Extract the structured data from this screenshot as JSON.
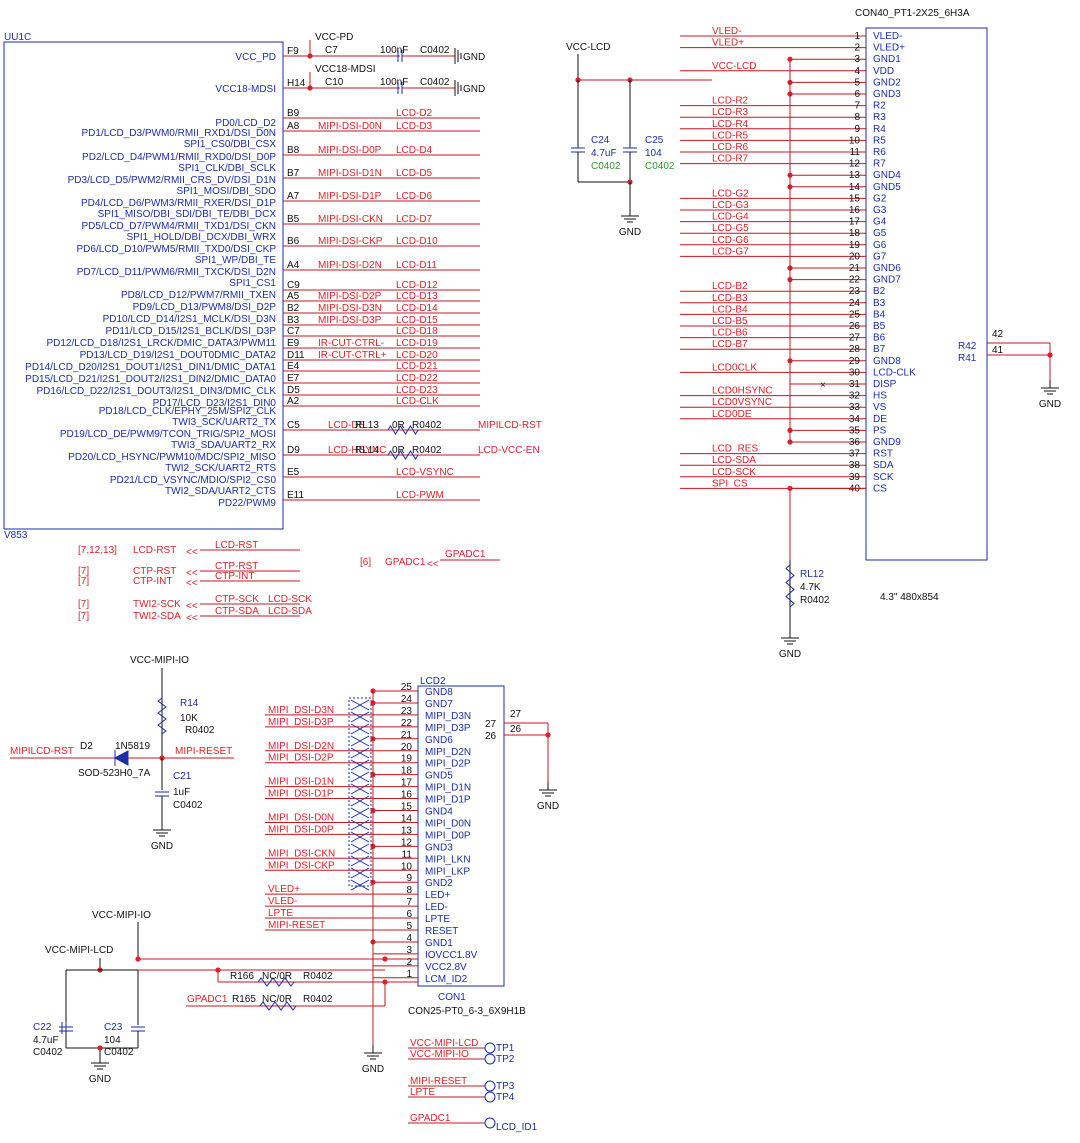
{
  "uu1c": {
    "ref": "UU1C",
    "part": "V853",
    "pins": [
      {
        "pin": "F9",
        "name": "VCC_PD"
      },
      {
        "pin": "H14",
        "name": "VCC18-MDSI"
      },
      {
        "pin": "B9",
        "name": "PD0/LCD_D2",
        "net": "LCD-D2"
      },
      {
        "pin": "A8",
        "name": "PD1/LCD_D3/PWM0/RMII_RXD1/DSI_D0N",
        "alt": "SPI1_CS0/DBI_CSX",
        "mid": "MIPI-DSI-D0N",
        "net": "LCD-D3"
      },
      {
        "pin": "B8",
        "name": "PD2/LCD_D4/PWM1/RMII_RXD0/DSI_D0P",
        "alt": "SPI1_CLK/DBI_SCLK",
        "mid": "MIPI-DSI-D0P",
        "net": "LCD-D4"
      },
      {
        "pin": "B7",
        "name": "PD3/LCD_D5/PWM2/RMII_CRS_DV/DSI_D1N",
        "alt": "SPI1_MOSI/DBI_SDO",
        "mid": "MIPI-DSI-D1N",
        "net": "LCD-D5"
      },
      {
        "pin": "A7",
        "name": "PD4/LCD_D6/PWM3/RMII_RXER/DSI_D1P",
        "alt": "SPI1_MISO/DBI_SDI/DBI_TE/DBI_DCX",
        "mid": "MIPI-DSI-D1P",
        "net": "LCD-D6"
      },
      {
        "pin": "B5",
        "name": "PD5/LCD_D7/PWM4/RMII_TXD1/DSI_CKN",
        "alt": "SPI1_HOLD/DBI_DCX/DBI_WRX",
        "mid": "MIPI-DSI-CKN",
        "net": "LCD-D7"
      },
      {
        "pin": "B6",
        "name": "PD6/LCD_D10/PWM5/RMII_TXD0/DSI_CKP",
        "alt": "SPI1_WP/DBI_TE",
        "mid": "MIPI-DSI-CKP",
        "net": "LCD-D10"
      },
      {
        "pin": "A4",
        "name": "PD7/LCD_D11/PWM6/RMII_TXCK/DSI_D2N",
        "alt": "SPI1_CS1",
        "mid": "MIPI-DSI-D2N",
        "net": "LCD-D11"
      },
      {
        "pin": "C9",
        "name": "",
        "net": "LCD-D12"
      },
      {
        "pin": "A5",
        "name": "PD8/LCD_D12/PWM7/RMII_TXEN",
        "mid": "MIPI-DSI-D2P",
        "net": "LCD-D13"
      },
      {
        "pin": "B2",
        "name": "PD9/LCD_D13/PWM8/DSI_D2P",
        "mid": "MIPI-DSI-D3N",
        "net": "LCD-D14"
      },
      {
        "pin": "B3",
        "name": "PD10/LCD_D14/I2S1_MCLK/DSI_D3N",
        "mid": "MIPI-DSI-D3P",
        "net": "LCD-D15"
      },
      {
        "pin": "C7",
        "name": "PD11/LCD_D15/I2S1_BCLK/DSI_D3P",
        "net": "LCD-D18"
      },
      {
        "pin": "E9",
        "name": "PD12/LCD_D18/I2S1_LRCK/DMIC_DATA3/PWM11",
        "mid": "IR-CUT-CTRL-",
        "net": "LCD-D19"
      },
      {
        "pin": "D11",
        "name": "PD13/LCD_D19/I2S1_DOUT0DMIC_DATA2",
        "mid": "IR-CUT-CTRL+",
        "net": "LCD-D20"
      },
      {
        "pin": "E4",
        "name": "PD14/LCD_D20/I2S1_DOUT1/I2S1_DIN1/DMIC_DATA1",
        "net": "LCD-D21"
      },
      {
        "pin": "E7",
        "name": "PD15/LCD_D21/I2S1_DOUT2/I2S1_DIN2/DMIC_DATA0",
        "net": "LCD-D22"
      },
      {
        "pin": "D5",
        "name": "PD16/LCD_D22/I2S1_DOUT3/I2S1_DIN3/DMIC_CLK",
        "net": "LCD-D23"
      },
      {
        "pin": "A2",
        "name": "PD17/LCD_D23/I2S1_DIN0",
        "net": "LCD-CLK"
      },
      {
        "pin": "",
        "name": "PD18/LCD_CLK/EPHY_25M/SPI2_CLK",
        "alt": "TWI3_SCK/UART2_TX"
      },
      {
        "pin": "C5",
        "name": "PD19/LCD_DE/PWM9/TCON_TRIG/SPI2_MOSI",
        "alt": "TWI3_SDA/UART2_RX",
        "net": "LCD-DE",
        "res": "RL13",
        "val": "0R",
        "pkg": "R0402",
        "far": "MIPILCD-RST"
      },
      {
        "pin": "D9",
        "name": "PD20/LCD_HSYNC/PWM10/MDC/SPI2_MISO",
        "alt": "TWI2_SCK/UART2_RTS",
        "net": "LCD-HSYNC",
        "res": "RL14",
        "val": "0R",
        "pkg": "R0402",
        "far": "LCD-VCC-EN"
      },
      {
        "pin": "E5",
        "name": "PD21/LCD_VSYNC/MDIO/SPI2_CS0",
        "alt": "TWI2_SDA/UART2_CTS",
        "net": "LCD-VSYNC"
      },
      {
        "pin": "E11",
        "name": "PD22/PWM9",
        "net": "LCD-PWM"
      }
    ],
    "caps": [
      {
        "net": "VCC-PD",
        "ref": "C7",
        "val": "100nF",
        "pkg": "C0402",
        "gnd": "GND"
      },
      {
        "net": "VCC18-MDSI",
        "ref": "C10",
        "val": "100nF",
        "pkg": "C0402",
        "gnd": "GND"
      }
    ]
  },
  "offpage": [
    {
      "ref": "[7,12,13]",
      "sig": "LCD-RST",
      "net": "LCD-RST"
    },
    {
      "ref": "[7]",
      "sig": "CTP-RST",
      "net": "CTP-RST"
    },
    {
      "ref": "[7]",
      "sig": "CTP-INT",
      "net": "CTP-INT"
    },
    {
      "ref": "[7]",
      "sig": "TWI2-SCK",
      "net": "CTP-SCK",
      "net2": "LCD-SCK"
    },
    {
      "ref": "[7]",
      "sig": "TWI2-SDA",
      "net": "CTP-SDA",
      "net2": "LCD-SDA"
    },
    {
      "ref": "[6]",
      "sig": "GPADC1",
      "net": "GPADC1"
    }
  ],
  "con40": {
    "title": "CON40_PT1-2X25_6H3A",
    "caption": "4.3\" 480x854",
    "vcc": "VCC-LCD",
    "c24": {
      "ref": "C24",
      "val": "4.7uF",
      "pkg": "C0402"
    },
    "c25": {
      "ref": "C25",
      "val": "104",
      "pkg": "C0402"
    },
    "gnd": "GND",
    "pins": [
      {
        "n": "1",
        "name": "VLED-",
        "net": "VLED-"
      },
      {
        "n": "2",
        "name": "VLED+",
        "net": "VLED+"
      },
      {
        "n": "3",
        "name": "GND1"
      },
      {
        "n": "4",
        "name": "VDD",
        "net": "VCC-LCD"
      },
      {
        "n": "5",
        "name": "GND2"
      },
      {
        "n": "6",
        "name": "GND3"
      },
      {
        "n": "7",
        "name": "R2",
        "net": "LCD-R2"
      },
      {
        "n": "8",
        "name": "R3",
        "net": "LCD-R3"
      },
      {
        "n": "9",
        "name": "R4",
        "net": "LCD-R4"
      },
      {
        "n": "10",
        "name": "R5",
        "net": "LCD-R5"
      },
      {
        "n": "11",
        "name": "R6",
        "net": "LCD-R6"
      },
      {
        "n": "12",
        "name": "R7",
        "net": "LCD-R7"
      },
      {
        "n": "13",
        "name": "GND4"
      },
      {
        "n": "14",
        "name": "GND5"
      },
      {
        "n": "15",
        "name": "G2",
        "net": "LCD-G2"
      },
      {
        "n": "16",
        "name": "G3",
        "net": "LCD-G3"
      },
      {
        "n": "17",
        "name": "G4",
        "net": "LCD-G4"
      },
      {
        "n": "18",
        "name": "G5",
        "net": "LCD-G5"
      },
      {
        "n": "19",
        "name": "G6",
        "net": "LCD-G6"
      },
      {
        "n": "20",
        "name": "G7",
        "net": "LCD-G7"
      },
      {
        "n": "21",
        "name": "GND6"
      },
      {
        "n": "22",
        "name": "GND7"
      },
      {
        "n": "23",
        "name": "B2",
        "net": "LCD-B2"
      },
      {
        "n": "24",
        "name": "B3",
        "net": "LCD-B3"
      },
      {
        "n": "25",
        "name": "B4",
        "net": "LCD-B4"
      },
      {
        "n": "26",
        "name": "B5",
        "net": "LCD-B5"
      },
      {
        "n": "27",
        "name": "B6",
        "net": "LCD-B6"
      },
      {
        "n": "28",
        "name": "B7",
        "net": "LCD-B7"
      },
      {
        "n": "29",
        "name": "GND8"
      },
      {
        "n": "30",
        "name": "LCD-CLK",
        "net": "LCD0CLK"
      },
      {
        "n": "31",
        "name": "DISP"
      },
      {
        "n": "32",
        "name": "HS",
        "net": "LCD0HSYNC"
      },
      {
        "n": "33",
        "name": "VS",
        "net": "LCD0VSYNC"
      },
      {
        "n": "34",
        "name": "DE",
        "net": "LCD0DE"
      },
      {
        "n": "35",
        "name": "PS"
      },
      {
        "n": "36",
        "name": "GND9"
      },
      {
        "n": "37",
        "name": "RST",
        "net": "LCD_RES"
      },
      {
        "n": "38",
        "name": "SDA",
        "net": "LCD-SDA"
      },
      {
        "n": "39",
        "name": "SCK",
        "net": "LCD-SCK"
      },
      {
        "n": "40",
        "name": "CS",
        "net": "SPI_CS"
      },
      {
        "n": "42",
        "name": "R42"
      },
      {
        "n": "41",
        "name": "R41"
      }
    ],
    "rl12": {
      "ref": "RL12",
      "val": "4.7K",
      "pkg": "R0402"
    }
  },
  "reset": {
    "vcc": "VCC-MIPI-IO",
    "r14": {
      "ref": "R14",
      "val": "10K",
      "pkg": "R0402"
    },
    "d2": {
      "ref": "D2",
      "part": "1N5819",
      "pkg": "SOD-523H0_7A"
    },
    "left": "MIPILCD-RST",
    "right": "MIPI-RESET",
    "c21": {
      "ref": "C21",
      "val": "1uF",
      "pkg": "C0402"
    },
    "gnd": "GND"
  },
  "lcd2": {
    "ref": "LCD2",
    "part": "CON1",
    "pkg": "CON25-PT0_6-3_6X9H1B",
    "pins": [
      {
        "n": "25",
        "name": "GND8"
      },
      {
        "n": "24",
        "name": "GND7"
      },
      {
        "n": "23",
        "name": "MIPI_D3N",
        "net": "MIPI_DSI-D3N"
      },
      {
        "n": "22",
        "name": "MIPI_D3P",
        "net": "MIPI_DSI-D3P"
      },
      {
        "n": "21",
        "name": "GND6"
      },
      {
        "n": "20",
        "name": "MIPI_D2N",
        "net": "MIPI_DSI-D2N"
      },
      {
        "n": "19",
        "name": "MIPI_D2P",
        "net": "MIPI_DSI-D2P"
      },
      {
        "n": "18",
        "name": "GND5"
      },
      {
        "n": "17",
        "name": "MIPI_D1N",
        "net": "MIPI_DSI-D1N"
      },
      {
        "n": "16",
        "name": "MIPI_D1P",
        "net": "MIPI_DSI-D1P"
      },
      {
        "n": "15",
        "name": "GND4"
      },
      {
        "n": "14",
        "name": "MIPI_D0N",
        "net": "MIPI_DSI-D0N"
      },
      {
        "n": "13",
        "name": "MIPI_D0P",
        "net": "MIPI_DSI-D0P"
      },
      {
        "n": "12",
        "name": "GND3"
      },
      {
        "n": "11",
        "name": "MIPI_LKN",
        "net": "MIPI_DSI-CKN"
      },
      {
        "n": "10",
        "name": "MIPI_LKP",
        "net": "MIPI_DSI-CKP"
      },
      {
        "n": "9",
        "name": "GND2"
      },
      {
        "n": "8",
        "name": "LED+",
        "net": "VLED+"
      },
      {
        "n": "7",
        "name": "LED-",
        "net": "VLED-"
      },
      {
        "n": "6",
        "name": "LPTE",
        "net": "LPTE"
      },
      {
        "n": "5",
        "name": "RESET",
        "net": "MIPI-RESET"
      },
      {
        "n": "4",
        "name": "GND1"
      },
      {
        "n": "3",
        "name": "IOVCC1.8V"
      },
      {
        "n": "2",
        "name": "VCC2.8V"
      },
      {
        "n": "1",
        "name": "LCM_ID2"
      },
      {
        "n": "27",
        "name": ""
      },
      {
        "n": "26",
        "name": ""
      }
    ],
    "io": "VCC-MIPI-IO",
    "lcdv": "VCC-MIPI-LCD",
    "r166": {
      "ref": "R166",
      "val": "NC/0R",
      "pkg": "R0402"
    },
    "r165": {
      "ref": "R165",
      "val": "NC/0R",
      "pkg": "R0402",
      "net": "GPADC1"
    },
    "c22": {
      "ref": "C22",
      "val": "4.7uF",
      "pkg": "C0402"
    },
    "c23": {
      "ref": "C23",
      "val": "104",
      "pkg": "C0402"
    },
    "gnd": "GND"
  },
  "testpoints": [
    {
      "net": "VCC-MIPI-LCD",
      "tp": "TP1"
    },
    {
      "net": "VCC-MIPI-IO",
      "tp": "TP2"
    },
    {
      "net": "MIPI-RESET",
      "tp": "TP3"
    },
    {
      "net": "LPTE",
      "tp": "TP4"
    },
    {
      "net": "GPADC1",
      "tp": "LCD_ID1"
    }
  ]
}
